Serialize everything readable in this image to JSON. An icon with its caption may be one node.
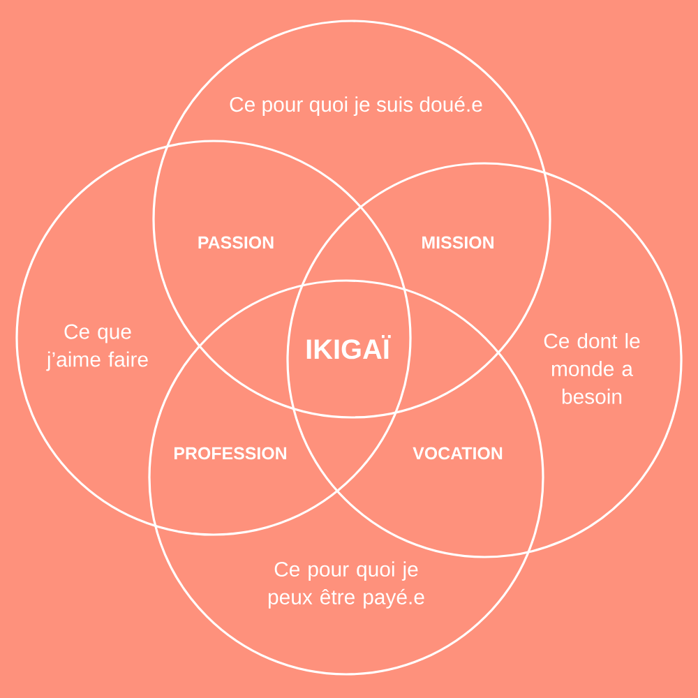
{
  "diagram": {
    "nodes": [
      {
        "text": [
          "Ce pour quoi je suis doué.e"
        ]
      },
      {
        "text": [
          "Ce que j’aime faire"
        ]
      },
      {
        "text": [
          "Ce dont le monde a besoin"
        ]
      },
      {
        "text": [
          "Ce pour quoi je peux être payé.e"
        ]
      }
    ],
    "labels": [
      "PASSION",
      "MISSION",
      "IKIGAÏ",
      "PROFESSION",
      "VOCATION"
    ]
  }
}
